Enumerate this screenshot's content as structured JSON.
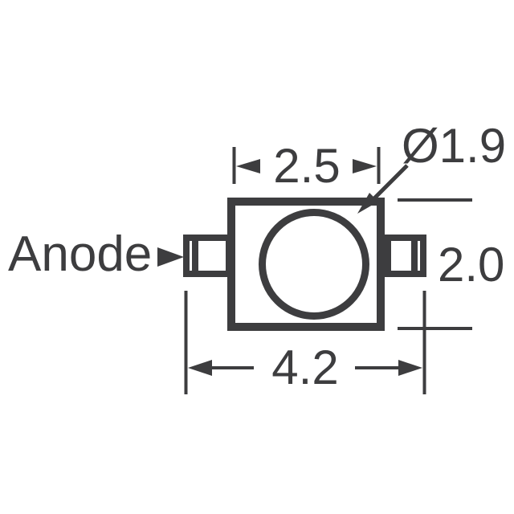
{
  "drawing": {
    "labels": {
      "anode": "Anode"
    },
    "dimensions": {
      "body_width": "2.5",
      "lens_diameter": "Ø1.9",
      "body_height": "2.0",
      "overall_width": "4.2"
    },
    "colors": {
      "line": "#3d3d3f",
      "background": "#ffffff"
    }
  }
}
